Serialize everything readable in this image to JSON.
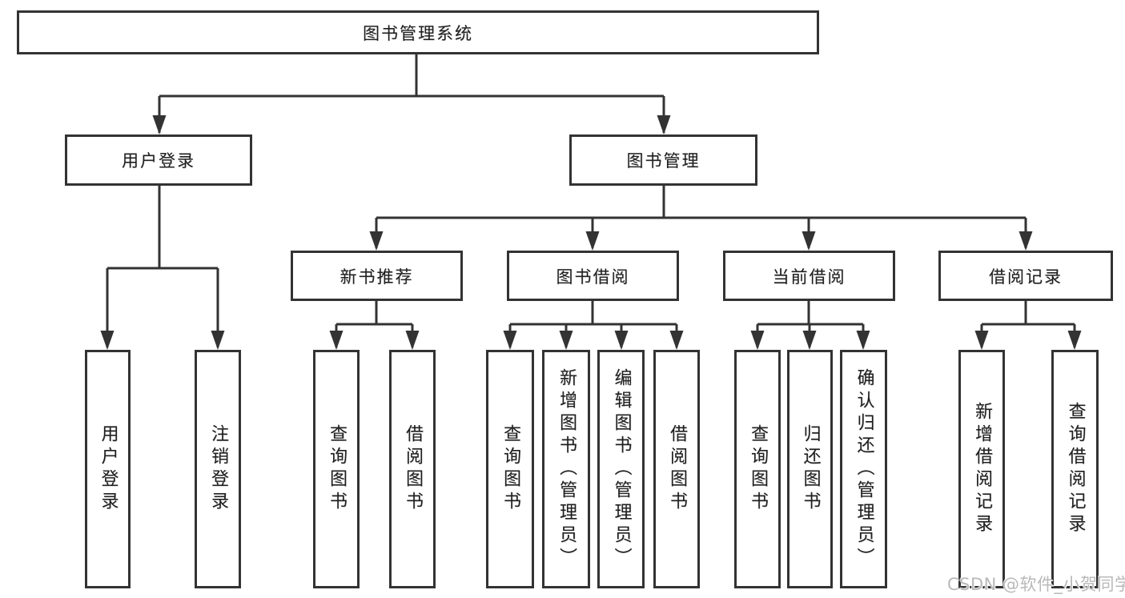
{
  "diagram": {
    "root": {
      "label": "图书管理系统"
    },
    "level2": [
      {
        "label": "用户登录"
      },
      {
        "label": "图书管理"
      }
    ],
    "level3": [
      {
        "label": "新书推荐"
      },
      {
        "label": "图书借阅"
      },
      {
        "label": "当前借阅"
      },
      {
        "label": "借阅记录"
      }
    ],
    "leaves": {
      "user_login": [
        {
          "label": "用户登录"
        },
        {
          "label": "注销登录"
        }
      ],
      "new_book": [
        {
          "label": "查询图书"
        },
        {
          "label": "借阅图书"
        }
      ],
      "book_borrow": [
        {
          "label": "查询图书"
        },
        {
          "label": "新增图书（管理员）"
        },
        {
          "label": "编辑图书（管理员）"
        },
        {
          "label": "借阅图书"
        }
      ],
      "current_borrow": [
        {
          "label": "查询图书"
        },
        {
          "label": "归还图书"
        },
        {
          "label": "确认归还（管理员）"
        }
      ],
      "borrow_record": [
        {
          "label": "新增借阅记录"
        },
        {
          "label": "查询借阅记录"
        }
      ]
    }
  },
  "watermark": {
    "text": "CSDN @软件_小贺同学"
  },
  "colors": {
    "line": "#333333",
    "text": "#1f1f1f",
    "background": "#ffffff",
    "watermark": "#b9b9b9"
  }
}
